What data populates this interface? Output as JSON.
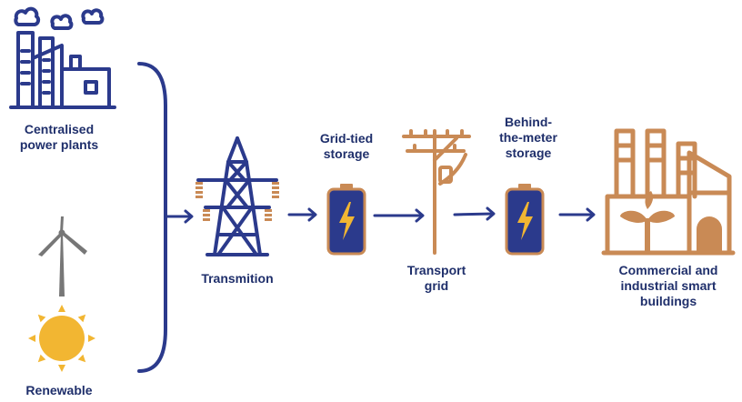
{
  "nodes": {
    "power_plants": {
      "label_line1": "Centralised",
      "label_line2": "power plants"
    },
    "renewable": {
      "label": "Renewable"
    },
    "transmission": {
      "label": "Transmition"
    },
    "grid_storage": {
      "label_line1": "Grid-tied",
      "label_line2": "storage"
    },
    "transport_grid": {
      "label_line1": "Transport",
      "label_line2": "grid"
    },
    "btm_storage": {
      "label_line1": "Behind-",
      "label_line2": "the-meter",
      "label_line3": "storage"
    },
    "buildings": {
      "label_line1": "Commercial and",
      "label_line2": "industrial smart",
      "label_line3": "buildings"
    }
  },
  "icons": {
    "power_plants": "power-plant-icon",
    "wind": "wind-turbine-icon",
    "sun": "sun-icon",
    "transmission": "transmission-tower-icon",
    "battery": "battery-icon",
    "pole": "utility-pole-icon",
    "buildings": "factory-icon"
  },
  "colors": {
    "navy": "#2b3a8c",
    "label": "#1f2f6b",
    "copper": "#c98a55",
    "sun": "#f2b632",
    "gray": "#777777"
  }
}
